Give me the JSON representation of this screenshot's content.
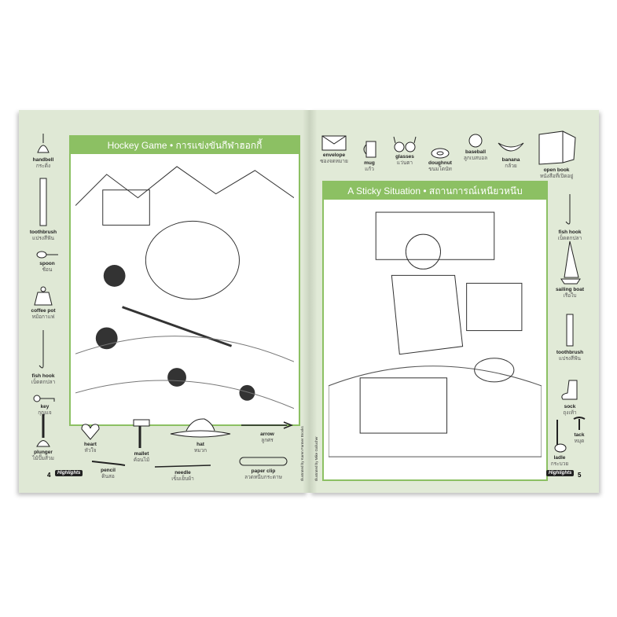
{
  "left_page": {
    "title": "Hockey Game • การแข่งขันกีฬาฮอกกี้",
    "page_number": "4",
    "logo": "Highlights",
    "credit": "Illustrated by Karen Farmer Brooks",
    "items": [
      {
        "en": "handbell",
        "th": "กระดิ่ง"
      },
      {
        "en": "toothbrush",
        "th": "แปรงสีฟัน"
      },
      {
        "en": "spoon",
        "th": "ช้อน"
      },
      {
        "en": "coffee pot",
        "th": "หม้อกาแฟ"
      },
      {
        "en": "fish hook",
        "th": "เบ็ดตกปลา"
      },
      {
        "en": "key",
        "th": "กุญแจ"
      },
      {
        "en": "plunger",
        "th": "ไม้ปั๊มส้วม"
      },
      {
        "en": "heart",
        "th": "หัวใจ"
      },
      {
        "en": "mallet",
        "th": "ค้อนไม้"
      },
      {
        "en": "hat",
        "th": "หมวก"
      },
      {
        "en": "arrow",
        "th": "ลูกศร"
      },
      {
        "en": "pencil",
        "th": "ดินสอ"
      },
      {
        "en": "needle",
        "th": "เข็มเย็บผ้า"
      },
      {
        "en": "paper clip",
        "th": "ลวดหนีบกระดาษ"
      }
    ]
  },
  "right_page": {
    "title": "A Sticky Situation • สถานการณ์เหนียวหนึบ",
    "page_number": "5",
    "logo": "Highlights",
    "credit": "Illustrated by Mike Gallucher",
    "items": [
      {
        "en": "envelope",
        "th": "ซองจดหมาย"
      },
      {
        "en": "mug",
        "th": "แก้ว"
      },
      {
        "en": "glasses",
        "th": "แว่นตา"
      },
      {
        "en": "doughnut",
        "th": "ขนมโดนัท"
      },
      {
        "en": "baseball",
        "th": "ลูกเบสบอล"
      },
      {
        "en": "banana",
        "th": "กล้วย"
      },
      {
        "en": "open book",
        "th": "หนังสือที่เปิดอยู่"
      },
      {
        "en": "fish hook",
        "th": "เบ็ดตกปลา"
      },
      {
        "en": "sailing boat",
        "th": "เรือใบ"
      },
      {
        "en": "toothbrush",
        "th": "แปรงสีฟัน"
      },
      {
        "en": "sock",
        "th": "ถุงเท้า"
      },
      {
        "en": "tack",
        "th": "หมุด"
      },
      {
        "en": "ladle",
        "th": "กระบวย"
      }
    ]
  }
}
